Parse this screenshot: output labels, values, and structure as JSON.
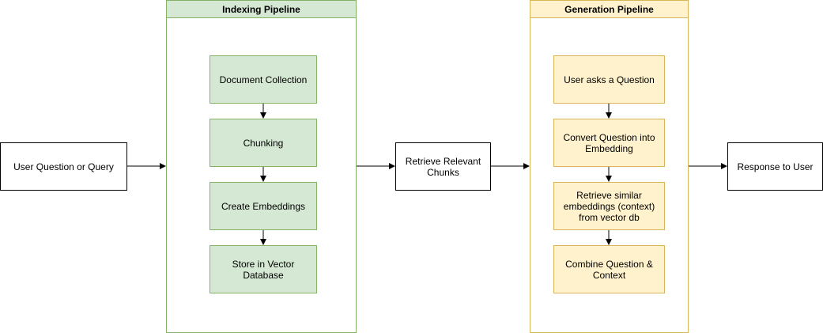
{
  "diagram": {
    "user_query": "User Question or Query",
    "retrieve_chunks": "Retrieve Relevant\nChunks",
    "response": "Response to User",
    "indexing": {
      "title": "Indexing Pipeline",
      "steps": [
        "Document Collection",
        "Chunking",
        "Create Embeddings",
        "Store in Vector\nDatabase"
      ]
    },
    "generation": {
      "title": "Generation Pipeline",
      "steps": [
        "User asks a Question",
        "Convert Question into\nEmbedding",
        "Retrieve similar\nembeddings (context)\nfrom vector db",
        "Combine Question &\nContext"
      ]
    }
  },
  "colors": {
    "indexing_fill": "#d5e8d4",
    "indexing_stroke": "#82b366",
    "generation_fill": "#fff2cc",
    "generation_stroke": "#d6b656"
  }
}
